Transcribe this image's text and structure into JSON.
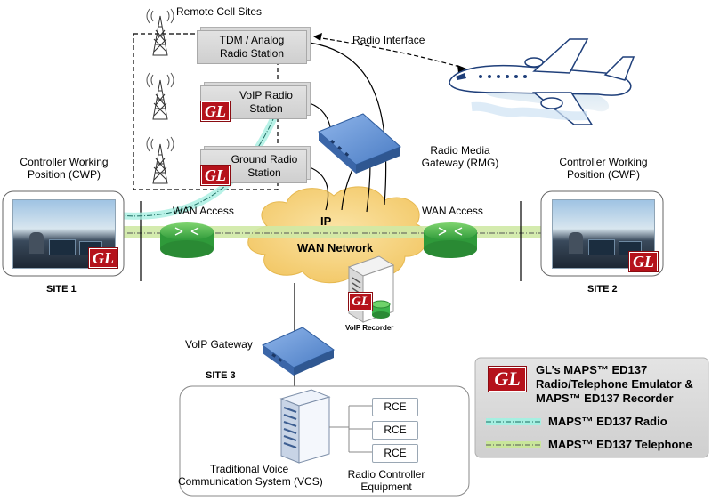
{
  "remote_cell_sites": {
    "label": "Remote Cell Sites"
  },
  "stations": {
    "tdm": {
      "line1": "TDM / Analog",
      "line2": "Radio Station"
    },
    "voip": {
      "line1": "VoIP Radio",
      "line2": "Station"
    },
    "ground": {
      "line1": "Ground  Radio",
      "line2": "Station"
    }
  },
  "radio_interface": {
    "label": "Radio Interface"
  },
  "rmg": {
    "line1": "Radio Media",
    "line2": "Gateway (RMG)"
  },
  "cwp_left": {
    "line1": "Controller Working",
    "line2": "Position (CWP)"
  },
  "cwp_right": {
    "line1": "Controller Working",
    "line2": "Position (CWP)"
  },
  "wan_access_left": "WAN Access",
  "wan_access_right": "WAN Access",
  "network": {
    "ip": "IP",
    "wan": "WAN Network"
  },
  "site1": "SITE 1",
  "site2": "SITE 2",
  "site3": "SITE 3",
  "voip_recorder": "VoIP Recorder",
  "voip_gateway": "VoIP Gateway",
  "rce": [
    "RCE",
    "RCE",
    "RCE"
  ],
  "vcs": {
    "line1": "Traditional  Voice",
    "line2": "Communication System (VCS)"
  },
  "rce_caption": {
    "line1": "Radio Controller",
    "line2": "Equipment"
  },
  "gl_logo": "GL",
  "legend": {
    "title_line1": "GL’s MAPS™ ED137",
    "title_line2": "Radio/Telephone Emulator &",
    "title_line3": "MAPS™ ED137 Recorder",
    "radio": "MAPS™ ED137 Radio",
    "telephone": "MAPS™ ED137 Telephone"
  },
  "colors": {
    "radio_line": "#7fe3d2",
    "telephone_line": "#c9e69a",
    "gl_red": "#b5121b",
    "cloud": "#f7d488",
    "router": "#3cb44b",
    "switch": "#3d6fb8"
  }
}
